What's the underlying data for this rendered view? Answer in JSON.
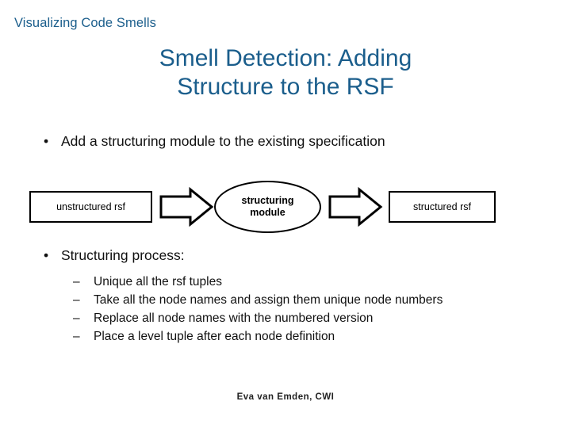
{
  "slide": {
    "header_label": "Visualizing Code Smells",
    "title_line1": "Smell Detection: Adding",
    "title_line2": "Structure to the RSF",
    "bullet_marker": "•",
    "dash_marker": "–",
    "bullet1": "Add a structuring module to the existing specification",
    "bullet2": "Structuring process:",
    "diagram": {
      "box_left_label": "unstructured rsf",
      "ellipse_label_line1": "structuring",
      "ellipse_label_line2": "module",
      "box_right_label": "structured rsf"
    },
    "sub_items": [
      "Unique all the rsf tuples",
      "Take all the node names and assign them unique node numbers",
      "Replace all node names with the numbered version",
      "Place a level tuple after each node definition"
    ],
    "footer": "Eva van Emden, CWI",
    "colors": {
      "accent": "#1b5e8c",
      "text": "#111111",
      "outline": "#000000",
      "background": "#ffffff"
    }
  }
}
